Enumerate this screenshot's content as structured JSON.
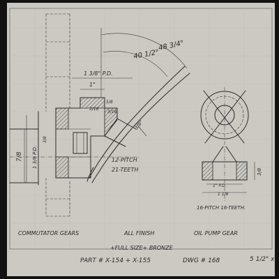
{
  "colors": {
    "paper": "#ccc9c2",
    "ink": "#2a2a2a",
    "frame": "#121212"
  },
  "labels": {
    "angle_outer": "48 3/4°",
    "angle_inner": "40 1/2°",
    "pd_top": "1 3/8\" P.D.",
    "dim_1in": "1\"",
    "dim_small_a": "3/16",
    "dim_small_b": "5/8",
    "dim_small_c": "3/16",
    "dim_3_8": "3/8\"",
    "dim_left_pd": "1 3/8 P.D.",
    "dim_left_bore": "7/8",
    "dim_left_small": "3/8",
    "pitch_main": "12-PITCH",
    "teeth_main": "21-TEETH",
    "oil_dim_vert": "3/8",
    "oil_dim_pd": "1\" P.D.",
    "oil_dim_od": "1 1/8",
    "oil_pitch": "16-PITCH  16-TEETH.",
    "title_commutator": "COMMUTATOR GEARS",
    "title_finish": "ALL FINISH",
    "title_oil": "OIL PUMP GEAR",
    "note_fullsize": "+FULL SIZE+  BRONZE",
    "part_number": "PART # X-154 + X-155",
    "dwg_number": "DWG # 168",
    "sheet_size": "5 1/2\" x"
  }
}
